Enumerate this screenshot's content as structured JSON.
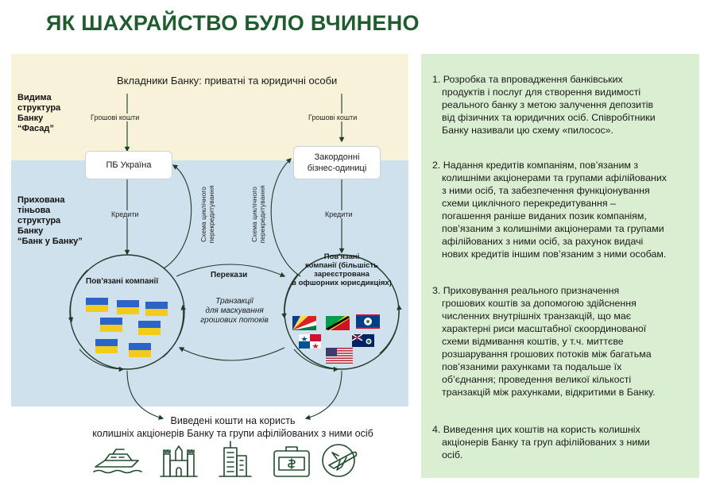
{
  "title": "ЯК ШАХРАЙСТВО БУЛО ВЧИНЕНО",
  "zones": {
    "visible": [
      "Видима",
      "структура",
      "Банку",
      "“Фасад”"
    ],
    "hidden": [
      "Прихована",
      "тіньова",
      "структура",
      "Банку",
      "“Банк у Банку”"
    ]
  },
  "diagram": {
    "depositors": "Вкладники Банку: приватні та юридичні особи",
    "cash_left": "Грошові кошти",
    "cash_right": "Грошові кошти",
    "pb_ukraine": "ПБ Україна",
    "foreign_units": [
      "Закордонні",
      "бізнес-одиниці"
    ],
    "credits_left": "Кредити",
    "credits_right": "Кредити",
    "cyclic_left": [
      "Схема циклічного",
      "перекредитування"
    ],
    "cyclic_right": [
      "Схема циклічного",
      "перекредитування"
    ],
    "related_left": "Пов'язані компанії",
    "related_right": [
      "Пов'язані",
      "компанії (більшість",
      "зареєстрована",
      "в офшорних юрисдикціях)"
    ],
    "transfers": "Перекази",
    "masking": [
      "Транзакції",
      "для маскування",
      "грошових потоків"
    ],
    "withdrawn": [
      "Виведені кошти на користь",
      "колишніх акціонерів Банку та групи афілійованих з ними осіб"
    ]
  },
  "icons": [
    "yacht-icon",
    "castle-icon",
    "skyscraper-icon",
    "cash-briefcase-icon",
    "airplane-icon"
  ],
  "steps": [
    [
      "1. Розробка та впровадження банківських",
      "продуктів і послуг для створення видимості",
      "реального банку з метою залучення депозитів",
      "від фізичних та юридичних осіб. Співробітники",
      "Банку називали цю схему «пилосос»."
    ],
    [
      "2. Надання кредитів компаніям, пов’язаним з",
      "колишніми акціонерами та групами афілійованих",
      "з ними осіб, та забезпечення функціонування",
      "схеми циклічного перекредитування –",
      "погашення раніше виданих позик компаніям,",
      "пов’язаним з колишніми акціонерами та групами",
      "афілійованих з ними осіб, за рахунок видачі",
      "нових кредитів іншим пов’язаним з ними особам."
    ],
    [
      "3. Приховування реального призначення",
      "грошових коштів за допомогою здійснення",
      "численних внутрішніх транзакцій, що має",
      "характерні риси масштабної скоординованої",
      "схеми відмивання коштів, у т.ч. миттєве",
      "розшарування грошових потоків між багатьма",
      "пов’язаними рахунками та подальше їх",
      "об’єднання; проведення великої кількості",
      "транзакцій між рахунками, відкритими в Банку."
    ],
    [
      "4. Виведення цих коштів на користь колишніх",
      "акціонерів Банку та груп афілійованих з ними",
      "осіб."
    ]
  ],
  "colors": {
    "title": "#1f5c2e",
    "facade_zone": "#f8f2d8",
    "shadow_zone": "#cfe1ec",
    "panel": "#daeed2",
    "icons": "#1f4d2b"
  }
}
